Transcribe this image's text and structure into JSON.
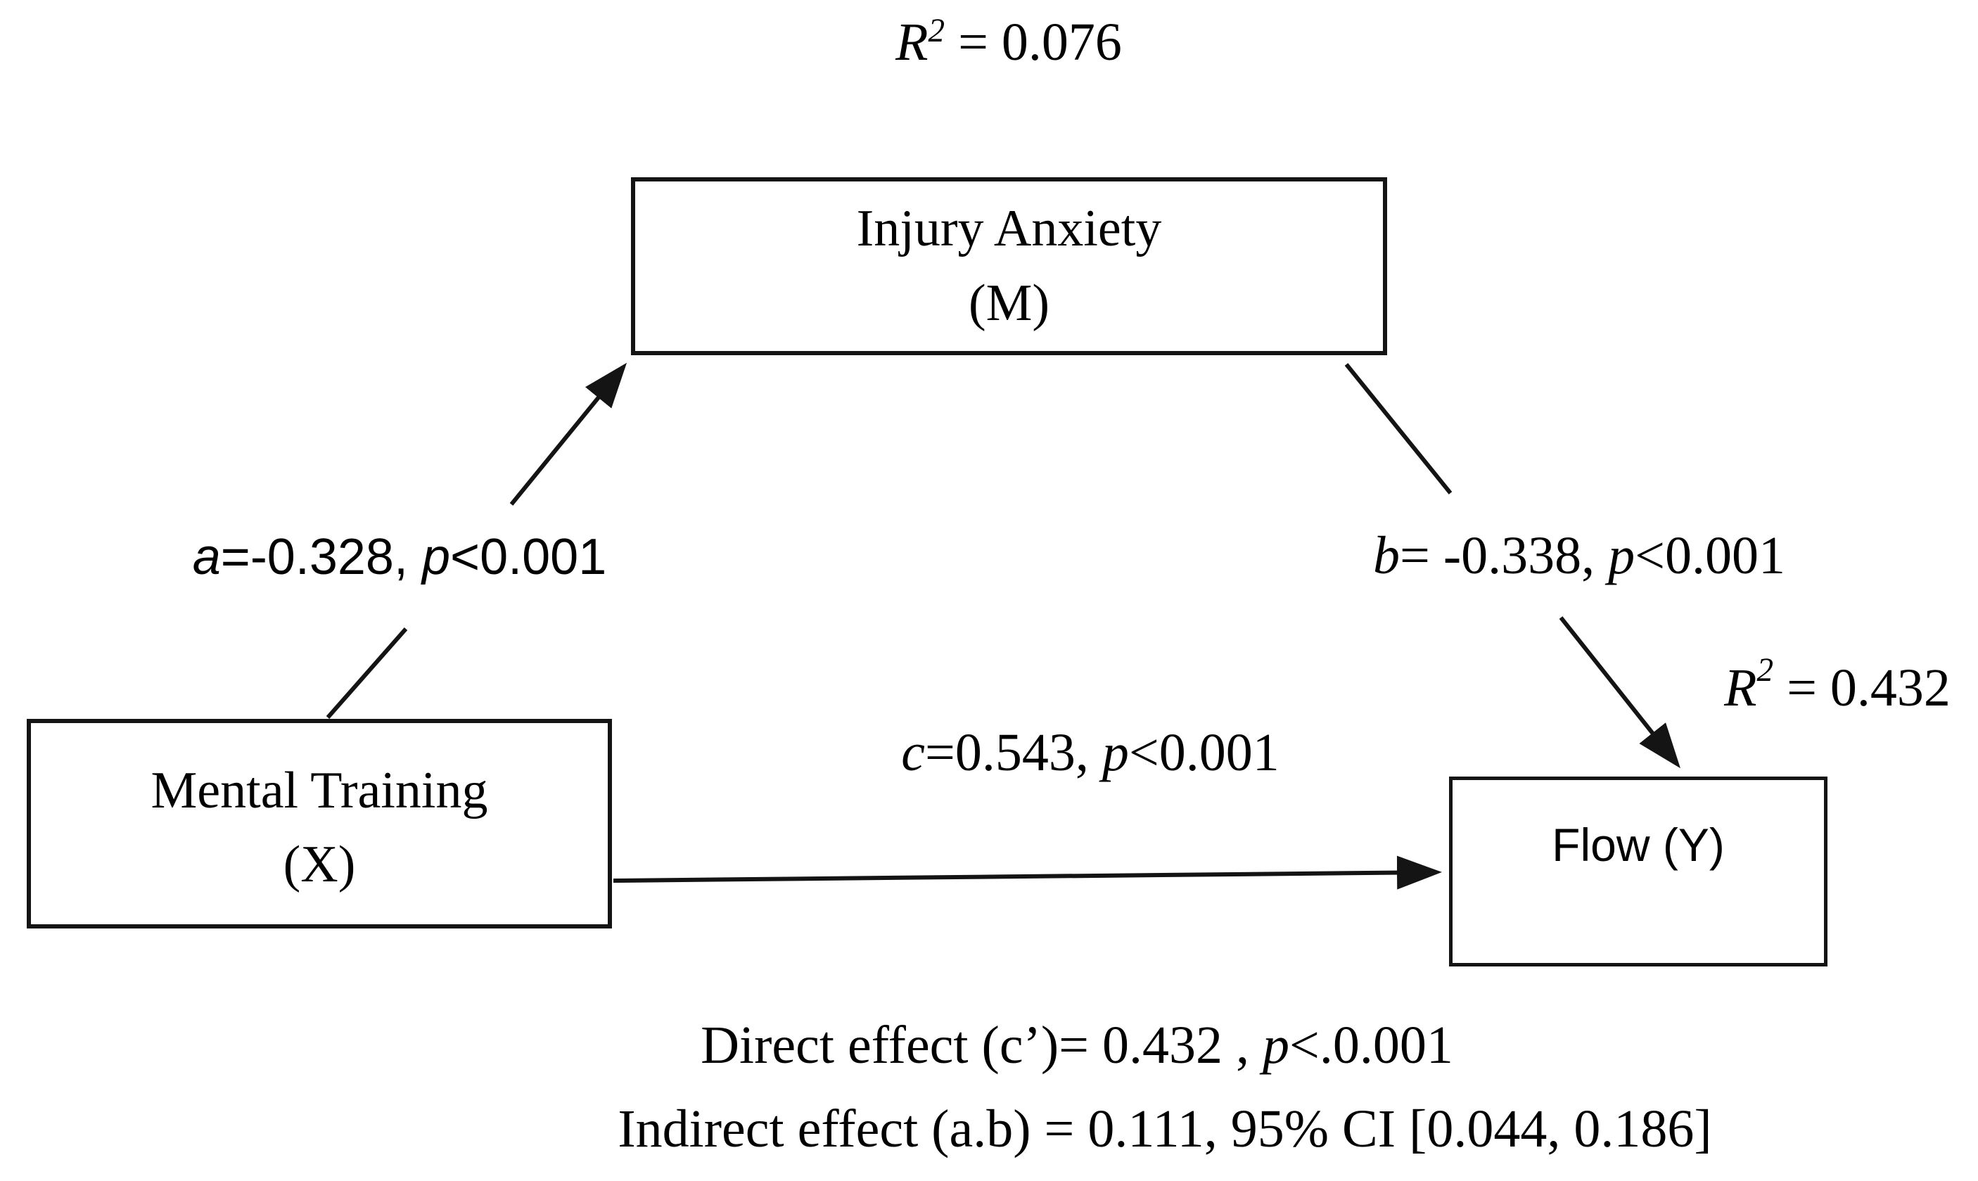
{
  "figure": {
    "type": "mediation-path-diagram",
    "colors": {
      "ink": "#141414",
      "background": "#ffffff"
    },
    "boxes": {
      "mediator": {
        "line1": "Injury Anxiety",
        "line2": "(M)"
      },
      "predictor": {
        "line1": "Mental Training",
        "line2": "(X)"
      },
      "outcome": {
        "label": "Flow (Y)"
      }
    },
    "r_squared": {
      "mediator": {
        "var": "R",
        "sup": "2",
        "rest": " = 0.076"
      },
      "outcome": {
        "var": "R",
        "sup": "2",
        "rest": " = 0.432"
      }
    },
    "paths": {
      "a": {
        "var": "a",
        "mid": "=-0.328, ",
        "pvar": "p",
        "ptail": "<0.001"
      },
      "b": {
        "var": "b",
        "mid": "= -0.338, ",
        "pvar": "p",
        "ptail": "<0.001"
      },
      "c": {
        "var": "c",
        "mid": "=0.543, ",
        "pvar": "p",
        "ptail": "<0.001"
      }
    },
    "effects": {
      "direct_prefix": "Direct effect (c’)= 0.432 , ",
      "direct_pvar": "p",
      "direct_tail": "<.0.001",
      "indirect": "Indirect effect (a.b) = 0.111, 95% CI [0.044, 0.186]"
    }
  }
}
